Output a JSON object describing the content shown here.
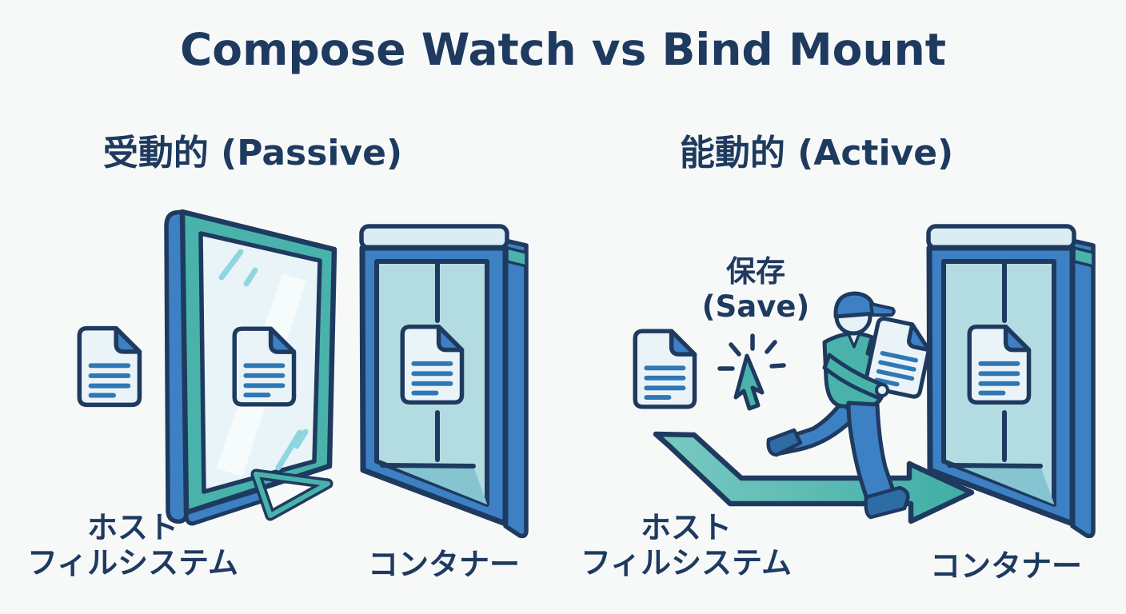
{
  "title": "Compose Watch vs Bind Mount",
  "panels": {
    "left": {
      "subtitle": "受動的 (Passive)",
      "host_label_line1": "ホスト",
      "host_label_line2": "フィルシステム",
      "container_label": "コンタナー"
    },
    "right": {
      "subtitle": "能動的 (Active)",
      "save_label_line1": "保存",
      "save_label_line2": "(Save)",
      "host_label_line1": "ホスト",
      "host_label_line2": "フィルシステム",
      "container_label": "コンタナー"
    }
  },
  "icons": {
    "left": [
      "document-icon",
      "mirror-icon",
      "container-door-icon"
    ],
    "right": [
      "document-icon",
      "click-cursor-icon",
      "person-carrying-file-icon",
      "flow-arrow-icon",
      "container-door-icon"
    ]
  },
  "colors": {
    "navy_text_outline": "#1e3a5f",
    "blue_frame": "#3d80c4",
    "teal_accent": "#49b3ab",
    "panel_light_teal": "#b3dce2",
    "document_fill": "#eaf4f8",
    "document_line_blue": "#2f78b5",
    "background": "#f7f9f9"
  }
}
